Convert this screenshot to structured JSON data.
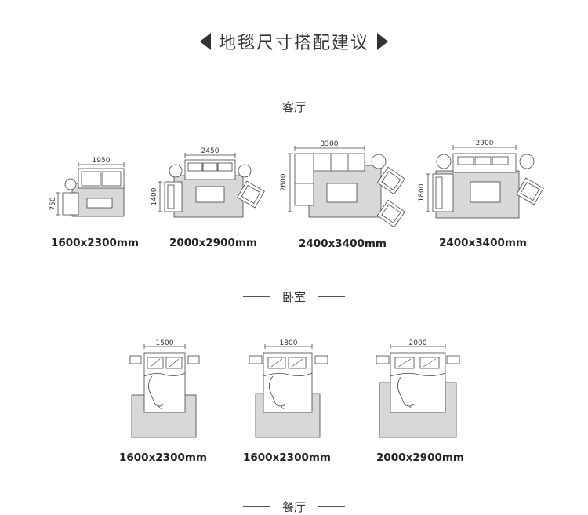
{
  "title": "地毯尺寸搭配建议",
  "sections": {
    "living": "客厅",
    "bedroom": "卧室",
    "dining": "餐厅"
  },
  "living_room": [
    {
      "caption": "1600x2300mm",
      "width_label": "1950",
      "height_label": "750"
    },
    {
      "caption": "2000x2900mm",
      "width_label": "2450",
      "height_label": "1400"
    },
    {
      "caption": "2400x3400mm",
      "width_label": "3300",
      "height_label": "2600"
    },
    {
      "caption": "2400x3400mm",
      "width_label": "2900",
      "height_label": "1800"
    }
  ],
  "bedroom": [
    {
      "caption": "1600x2300mm",
      "width_label": "1500"
    },
    {
      "caption": "1600x2300mm",
      "width_label": "1800"
    },
    {
      "caption": "2000x2900mm",
      "width_label": "2000"
    }
  ],
  "colors": {
    "rug": "#d8d8d8",
    "line": "#444444",
    "furniture": "#ffffff"
  }
}
